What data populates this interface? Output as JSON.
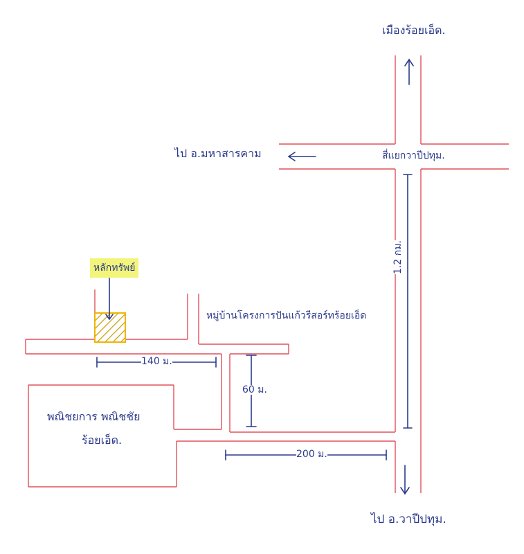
{
  "colors": {
    "road": "#e0505a",
    "ink": "#2b3a8c",
    "marker": "#f2f57a",
    "plot": "#f0b400"
  },
  "labels": {
    "north_dest": "เมืองร้อยเอ็ด.",
    "west_dest": "ไป อ.มหาสารคาม",
    "junction": "สี่แยกวาปีปทุม.",
    "village": "หมู่บ้านโครงการปันแก้วรีสอร์ทร้อยเอ็ด",
    "landmark": "หลักทรัพย์",
    "distance_vertical": "1.2 กม.",
    "distance_140": "140 ม.",
    "distance_60": "60 ม.",
    "distance_200": "200 ม.",
    "school_line1": "พณิชยการ พณิชชัย",
    "school_line2": "ร้อยเอ็ด.",
    "south_dest": "ไป อ.วาปีปทุม."
  },
  "icons": [
    "arrow-up-icon",
    "arrow-left-icon",
    "arrow-down-icon",
    "hatched-plot-icon"
  ]
}
